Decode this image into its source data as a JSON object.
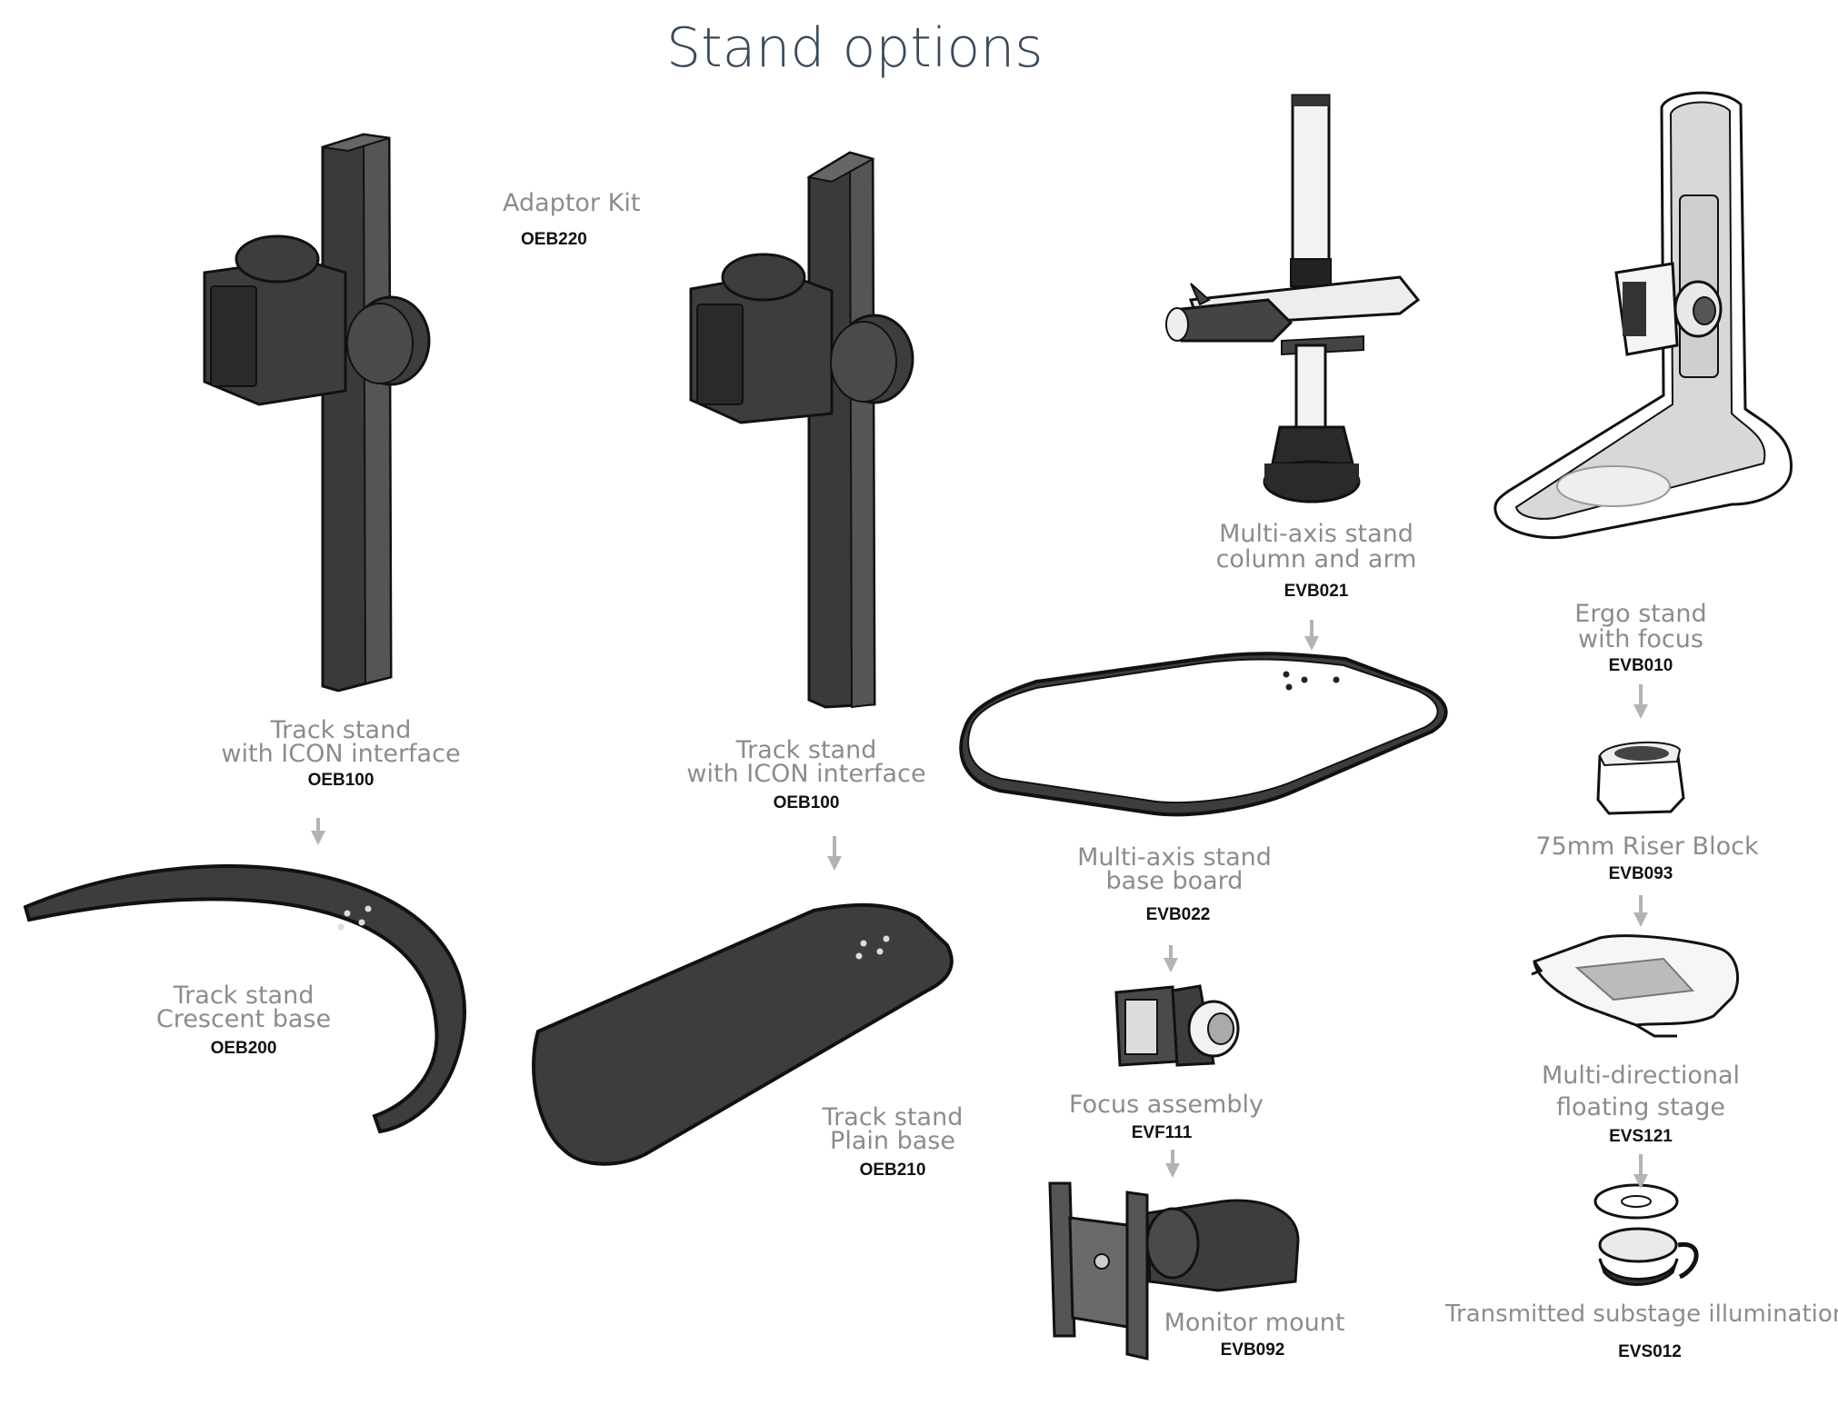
{
  "title": "Stand options",
  "colors": {
    "title": "#3a4a5c",
    "label": "#8c8c8c",
    "code": "#111111",
    "arrow": "#b3b3b3",
    "part_dark": "#3d3d3d",
    "part_light": "#e6e6e6"
  },
  "items": {
    "adaptor_kit": {
      "name": "Adaptor Kit",
      "code": "OEB220"
    },
    "track_stand_1": {
      "name_line1": "Track stand",
      "name_line2": "with ICON interface",
      "code": "OEB100"
    },
    "crescent_base": {
      "name_line1": "Track stand",
      "name_line2": "Crescent base",
      "code": "OEB200"
    },
    "track_stand_2": {
      "name_line1": "Track stand",
      "name_line2": "with ICON interface",
      "code": "OEB100"
    },
    "plain_base": {
      "name_line1": "Track stand",
      "name_line2": "Plain base",
      "code": "OEB210"
    },
    "multiaxis_column": {
      "name_line1": "Multi-axis stand",
      "name_line2": "column and arm",
      "code": "EVB021"
    },
    "multiaxis_base": {
      "name_line1": "Multi-axis stand",
      "name_line2": "base board",
      "code": "EVB022"
    },
    "focus_assembly": {
      "name": "Focus assembly",
      "code": "EVF111"
    },
    "monitor_mount": {
      "name": "Monitor mount",
      "code": "EVB092"
    },
    "ergo_stand": {
      "name_line1": "Ergo stand",
      "name_line2": "with focus",
      "code": "EVB010"
    },
    "riser_block": {
      "name": "75mm Riser Block",
      "code": "EVB093"
    },
    "floating_stage": {
      "name_line1": "Multi-directional",
      "name_line2": "floating stage",
      "code": "EVS121"
    },
    "substage": {
      "name": "Transmitted substage illumination",
      "code": "EVS012"
    }
  }
}
